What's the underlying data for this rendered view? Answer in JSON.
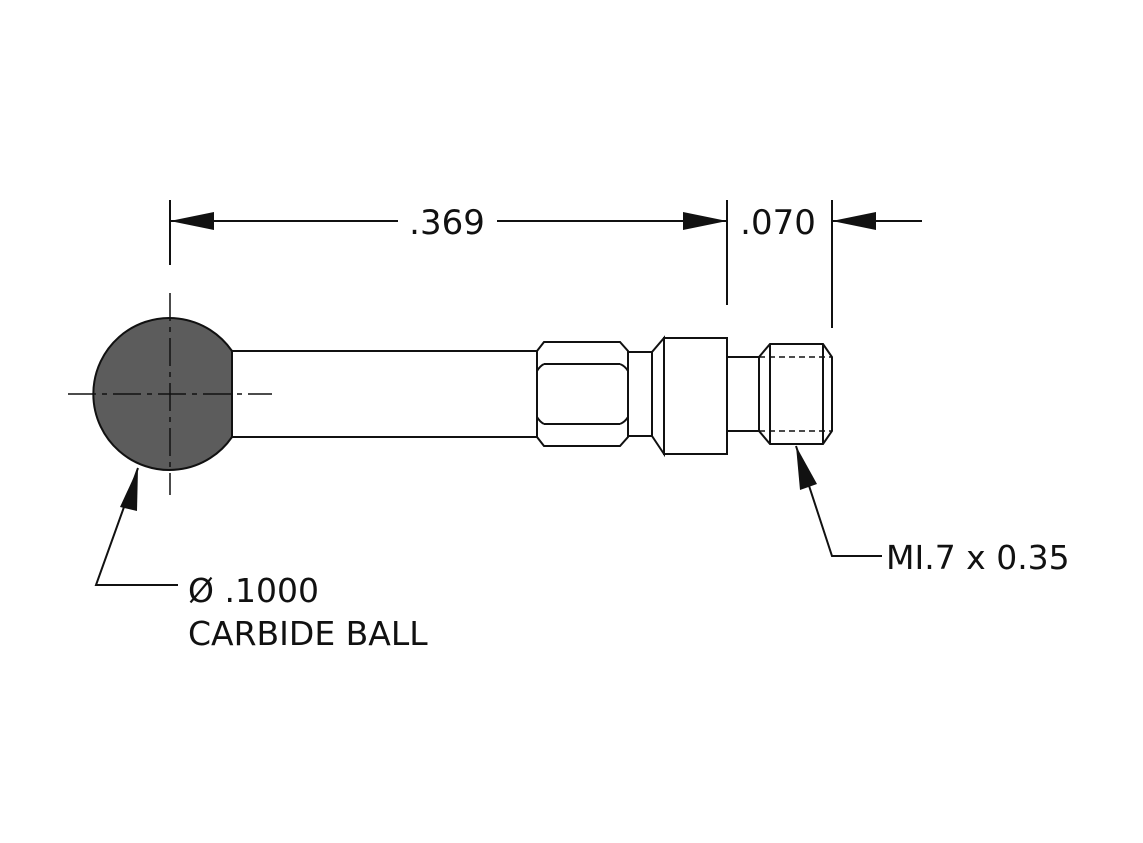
{
  "dimensions": {
    "overall_length": ".369",
    "thread_length": ".070"
  },
  "callouts": {
    "ball_diameter": "Ø .1000",
    "ball_material": "CARBIDE BALL",
    "thread_spec": "MI.7 x 0.35"
  },
  "colors": {
    "line": "#111111",
    "ball_fill": "#5c5c5c",
    "background": "#ffffff"
  }
}
